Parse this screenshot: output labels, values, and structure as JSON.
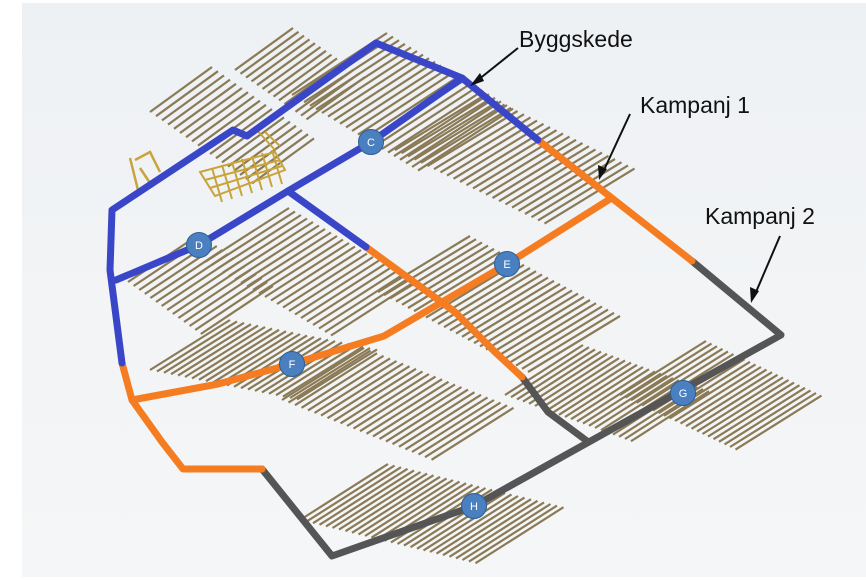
{
  "labels": {
    "construction_phase": "Byggskede",
    "campaign_1": "Kampanj 1",
    "campaign_2": "Kampanj 2"
  },
  "markers": {
    "c": "C",
    "d": "D",
    "e": "E",
    "f": "F",
    "g": "G",
    "h": "H"
  },
  "legend_colors": {
    "construction_phase": "#3a46c8",
    "campaign_1": "#f57c20",
    "campaign_2": "#555555",
    "deposition_tunnels": "#8a7a56",
    "central_area": "#c8a43a"
  }
}
